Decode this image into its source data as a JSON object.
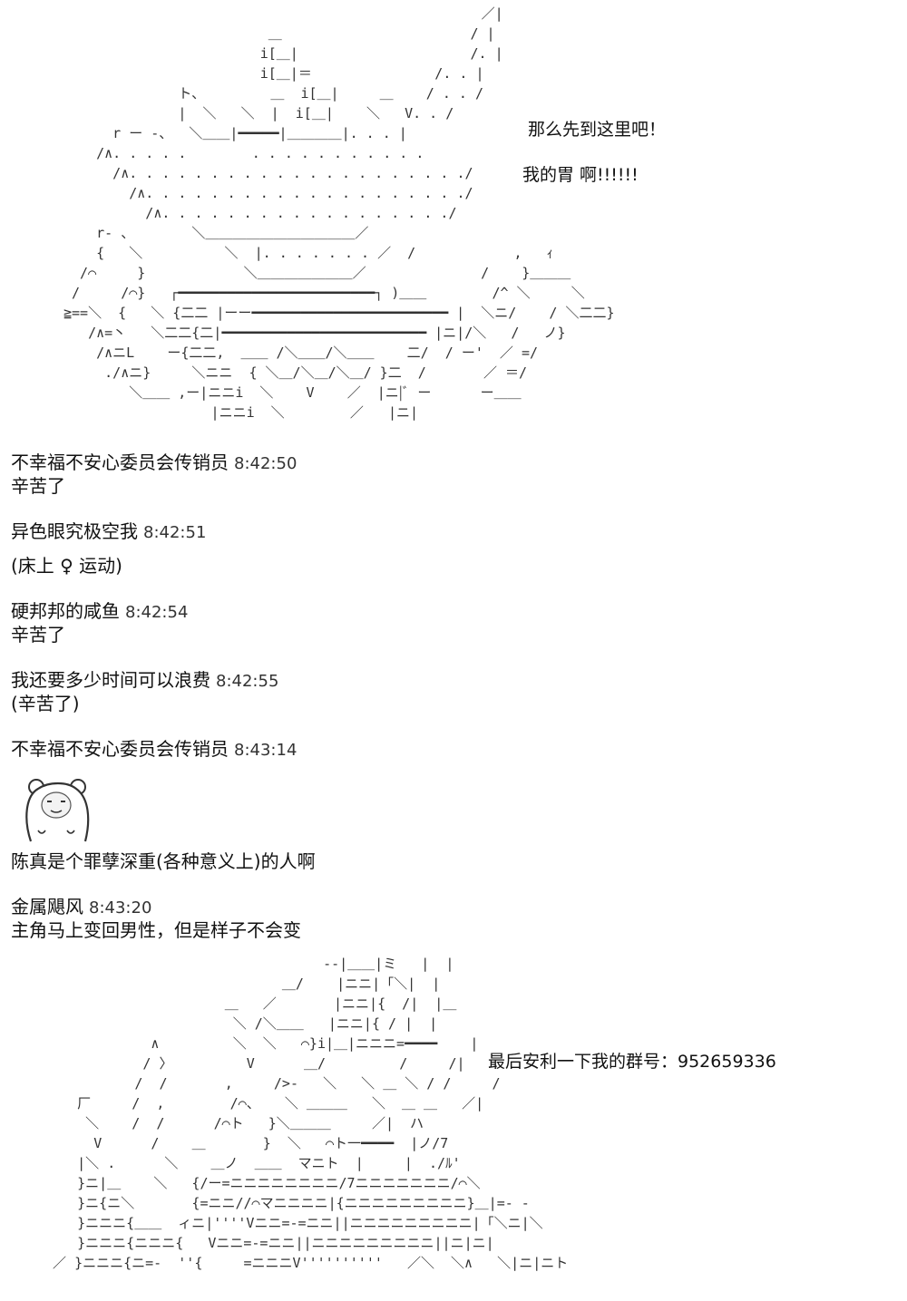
{
  "art_top": {
    "caption1": "那么先到这里吧！",
    "caption2": "我的胃 啊!!!!!!"
  },
  "messages": [
    {
      "name": "不幸福不安心委员会传销员",
      "time": "8:42:50",
      "text": "辛苦了"
    },
    {
      "name": "异色眼究极空我",
      "time": "8:42:51",
      "text": "(床上 ♀ 运动)"
    },
    {
      "name": "硬邦邦的咸鱼",
      "time": "8:42:54",
      "text": "辛苦了"
    },
    {
      "name": "我还要多少时间可以浪费",
      "time": "8:42:55",
      "text": "(辛苦了)"
    },
    {
      "name": "不幸福不安心委员会传销员",
      "time": "8:43:14",
      "sticker": "bear-sticker",
      "text": "陈真是个罪孽深重(各种意义上)的人啊"
    },
    {
      "name": "金属飓风",
      "time": "8:43:20",
      "text": "主角马上变回男性，但是样子不会变"
    }
  ],
  "art_bottom": {
    "caption": "最后安利一下我的群号：952659336"
  }
}
